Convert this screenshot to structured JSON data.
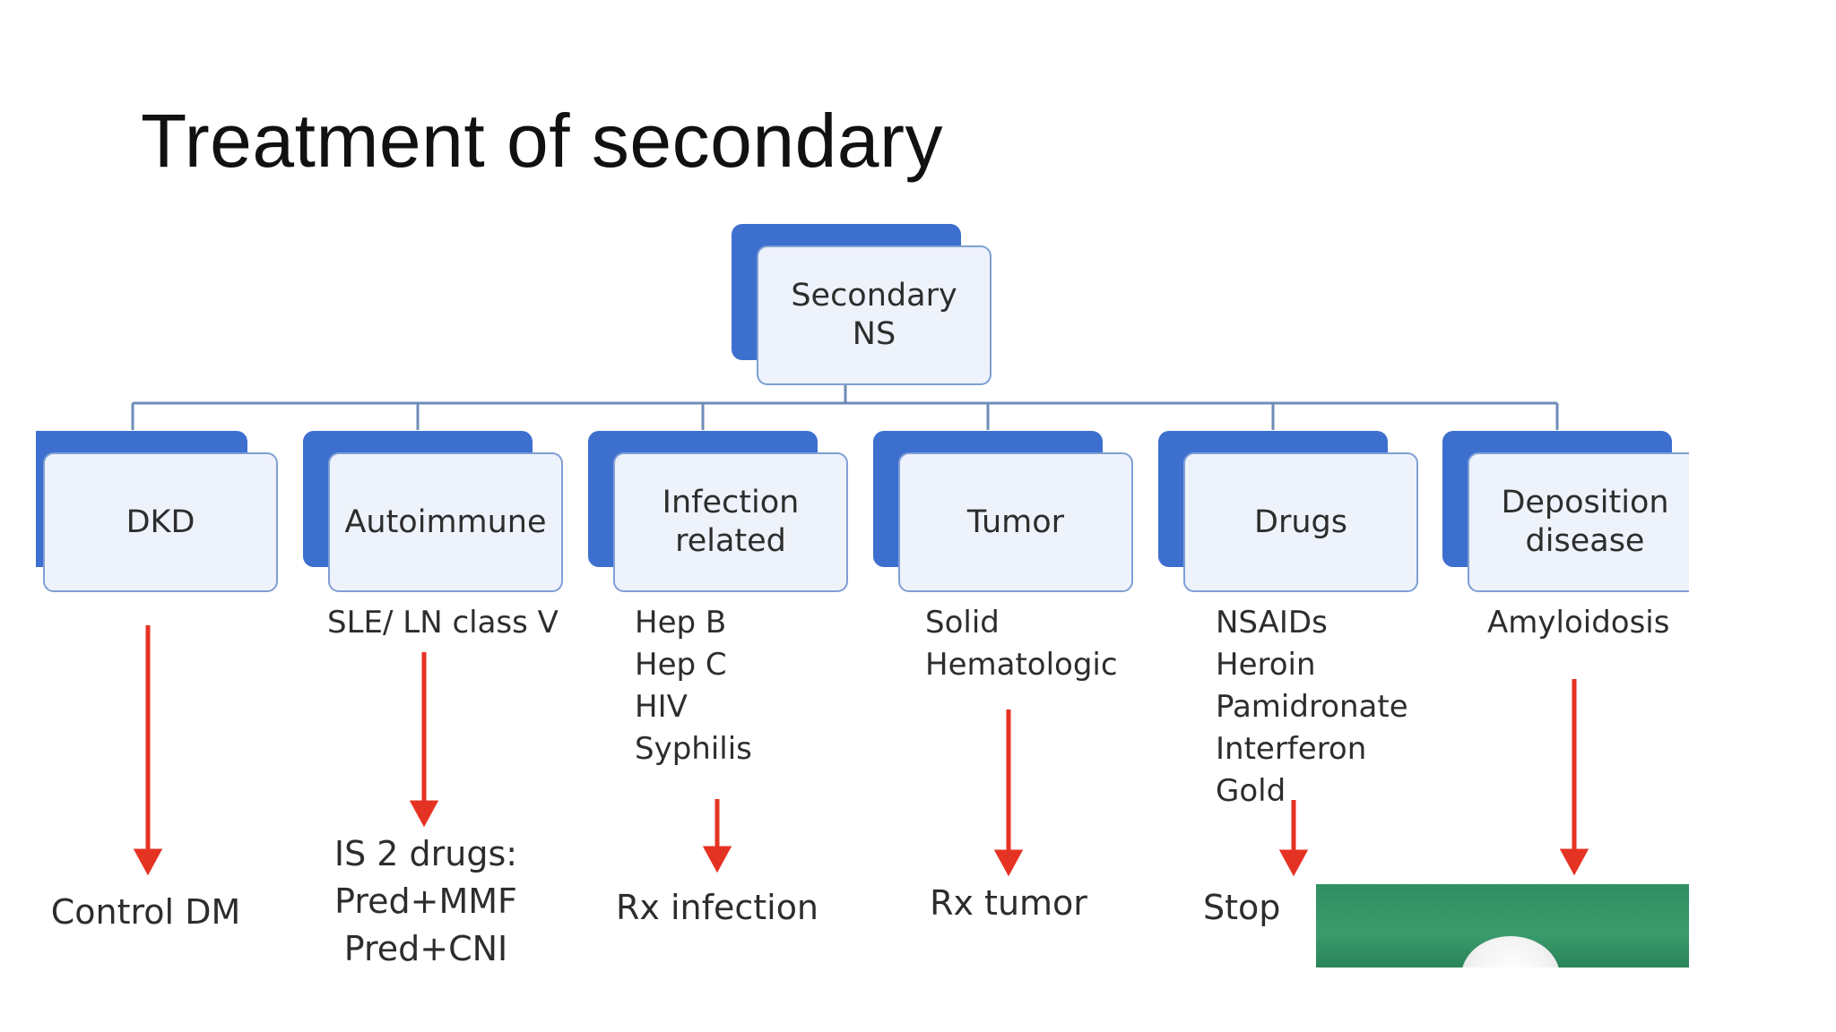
{
  "slide": {
    "title": "Treatment of secondary"
  },
  "diagram": {
    "root": {
      "line1": "Secondary",
      "line2": "NS"
    },
    "categories": [
      {
        "label_line1": "DKD",
        "label_line2": "",
        "items": [],
        "treatment": [
          "Control DM"
        ]
      },
      {
        "label_line1": "Autoimmune",
        "label_line2": "",
        "items": [
          "SLE/ LN class V"
        ],
        "treatment": [
          "IS 2 drugs:",
          "Pred+MMF",
          "Pred+CNI"
        ]
      },
      {
        "label_line1": "Infection",
        "label_line2": "related",
        "items": [
          "Hep B",
          "Hep C",
          "HIV",
          "Syphilis"
        ],
        "treatment": [
          "Rx infection"
        ]
      },
      {
        "label_line1": "Tumor",
        "label_line2": "",
        "items": [
          "Solid",
          "Hematologic"
        ],
        "treatment": [
          "Rx tumor"
        ]
      },
      {
        "label_line1": "Drugs",
        "label_line2": "",
        "items": [
          "NSAIDs",
          "Heroin",
          "Pamidronate",
          "Interferon",
          "Gold"
        ],
        "treatment": [
          "Stop"
        ]
      },
      {
        "label_line1": "Deposition",
        "label_line2": "disease",
        "items": [
          "Amyloidosis"
        ],
        "treatment": []
      }
    ]
  },
  "colors": {
    "box_accent": "#3d6fcf",
    "box_fill": "#eef2fb",
    "arrow": "#e53323",
    "connector": "#6f8cb8"
  }
}
